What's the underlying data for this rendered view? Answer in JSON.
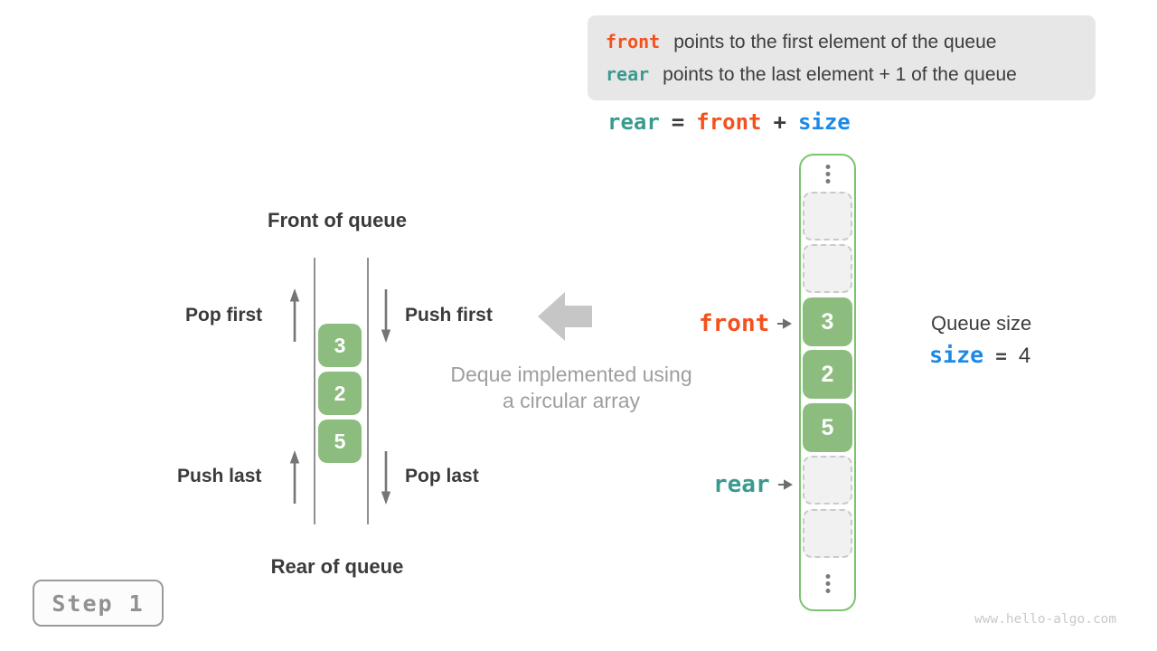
{
  "info_box": {
    "lines": [
      {
        "code": "front",
        "text": "points to the first element of the queue"
      },
      {
        "code": "rear",
        "text": "points to the last element + 1 of the queue"
      }
    ]
  },
  "formula": {
    "lhs": "rear",
    "eq": "=",
    "rhs1": "front",
    "op": "+",
    "rhs2": "size"
  },
  "left_diagram": {
    "top_label": "Front of queue",
    "bottom_label": "Rear of queue",
    "pop_first": "Pop first",
    "push_first": "Push first",
    "push_last": "Push last",
    "pop_last": "Pop last",
    "values": [
      "3",
      "2",
      "5"
    ]
  },
  "caption": {
    "line1": "Deque implemented using",
    "line2": "a circular array"
  },
  "array_panel": {
    "front_pointer": "front",
    "rear_pointer": "rear",
    "cells": [
      {
        "state": "empty",
        "value": ""
      },
      {
        "state": "empty",
        "value": ""
      },
      {
        "state": "filled",
        "value": "3"
      },
      {
        "state": "filled",
        "value": "2"
      },
      {
        "state": "filled",
        "value": "5"
      },
      {
        "state": "empty",
        "value": ""
      },
      {
        "state": "empty",
        "value": ""
      }
    ]
  },
  "queue_size": {
    "label": "Queue size",
    "code": "size",
    "eq": "=",
    "value": "4"
  },
  "step_badge": {
    "label": "Step 1"
  },
  "watermark": "www.hello-algo.com",
  "colors": {
    "front_orange": "#f4511e",
    "rear_teal": "#3a9a8e",
    "size_blue": "#1e88e5",
    "cell_green": "#8dbd7e",
    "panel_border_green": "#7cc36e",
    "dashed_cell_fill": "#f1f1f1",
    "info_box_bg": "#e7e7e7",
    "text_dark": "#3d3d3d",
    "muted_gray": "#9e9e9e",
    "arrow_gray": "#757575",
    "block_arrow_gray": "#c6c6c6"
  }
}
